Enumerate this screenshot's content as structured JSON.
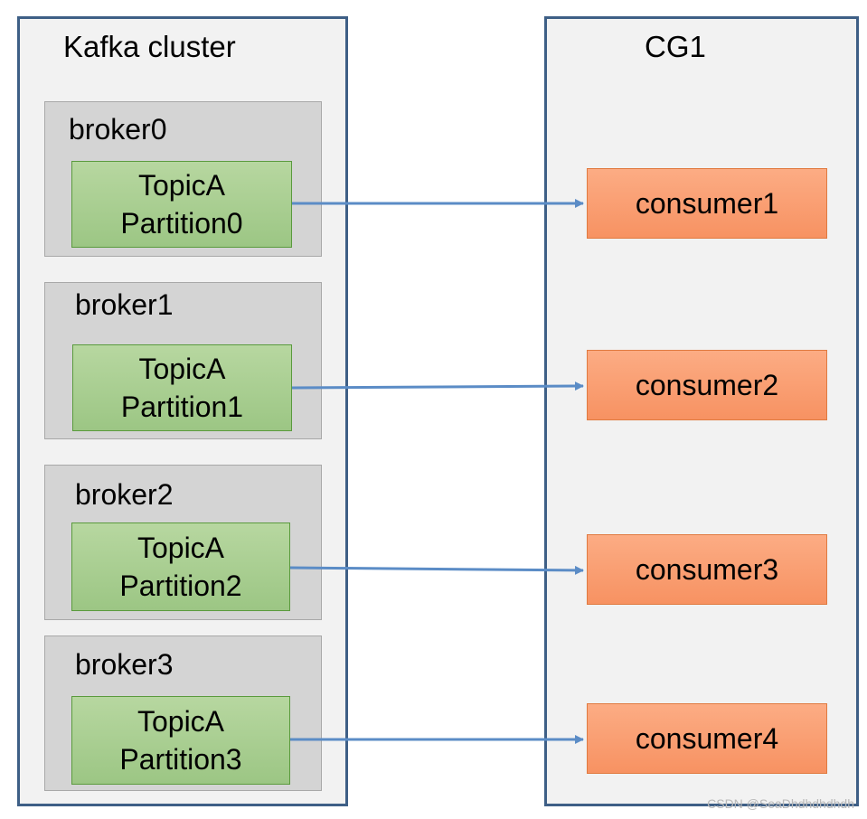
{
  "cluster": {
    "title": "Kafka cluster",
    "brokers": [
      {
        "label": "broker0",
        "topic": "TopicA",
        "partition": "Partition0"
      },
      {
        "label": "broker1",
        "topic": "TopicA",
        "partition": "Partition1"
      },
      {
        "label": "broker2",
        "topic": "TopicA",
        "partition": "Partition2"
      },
      {
        "label": "broker3",
        "topic": "TopicA",
        "partition": "Partition3"
      }
    ]
  },
  "group": {
    "title": "CG1",
    "consumers": [
      "consumer1",
      "consumer2",
      "consumer3",
      "consumer4"
    ]
  },
  "watermark": "CSDN @SeaDhdhdhdhdh",
  "colors": {
    "panel_border": "#3e5f86",
    "arrow": "#5b8cc6",
    "partition_fill": "#a9cf8f",
    "consumer_fill": "#f99d72"
  }
}
